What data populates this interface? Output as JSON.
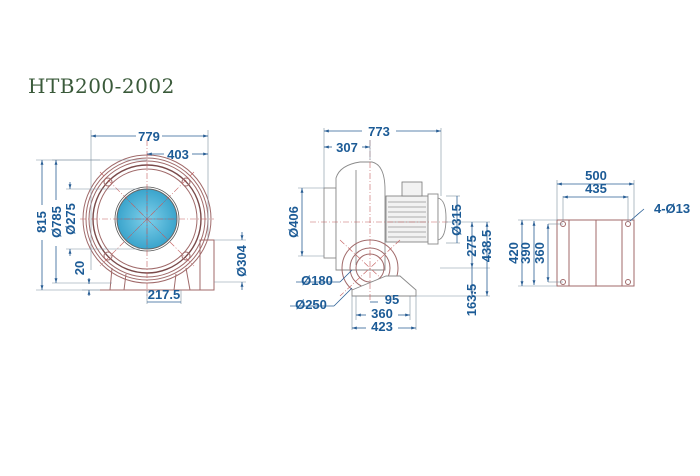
{
  "title": "HTB200-2002",
  "colors": {
    "title": "#3a5a3a",
    "dimension_text": "#1c5b96",
    "dimension_line": "#2a5f95",
    "body_outline": "#a06a6a",
    "inlet_fill": "#5bb8d9"
  },
  "front_view": {
    "overall_width": "779",
    "half_width": "403",
    "overall_height": "815",
    "housing_diameter": "Ø785",
    "inlet_diameter": "Ø275",
    "foot_height": "20",
    "outlet_offset": "217.5",
    "outlet_diameter": "Ø304"
  },
  "side_view": {
    "overall_length": "773",
    "inlet_length": "307",
    "inlet_flange_diameter": "Ø406",
    "motor_diameter": "Ø315",
    "motor_center_height": "275",
    "total_height_to_axis": "438.5",
    "outlet_center_height": "163.5",
    "outlet_inner_diameter": "Ø180",
    "outlet_flange_diameter": "Ø250",
    "foot_offset": "95",
    "foot_hole_spacing": "360",
    "base_length": "423"
  },
  "base_view": {
    "overall_width": "500",
    "hole_spacing_x": "435",
    "overall_depth": "420",
    "depth_390": "390",
    "hole_spacing_y": "360",
    "holes": "4-Ø13"
  }
}
